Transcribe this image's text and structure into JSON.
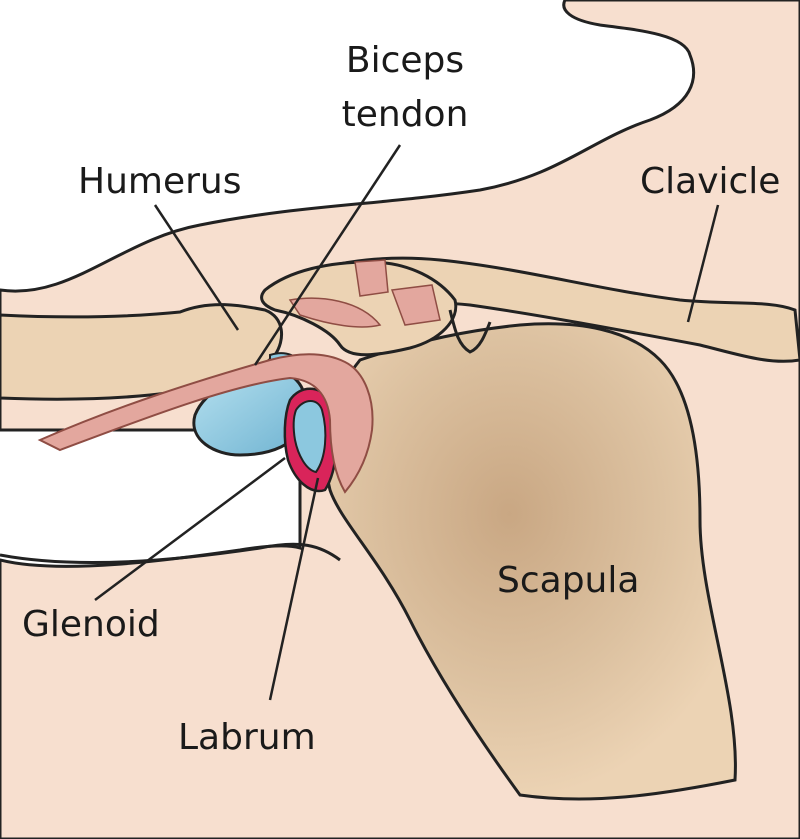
{
  "labels": {
    "biceps_line1": "Biceps",
    "biceps_line2": "tendon",
    "humerus": "Humerus",
    "clavicle": "Clavicle",
    "scapula": "Scapula",
    "glenoid": "Glenoid",
    "labrum": "Labrum"
  },
  "colors": {
    "skin": "#f7dfcf",
    "bone": "#ecd3b4",
    "bone_shadow": "#c9a783",
    "cartilage": "#8cc8df",
    "labrum": "#d9245a",
    "tendon": "#e3a79e",
    "outline": "#222222"
  }
}
